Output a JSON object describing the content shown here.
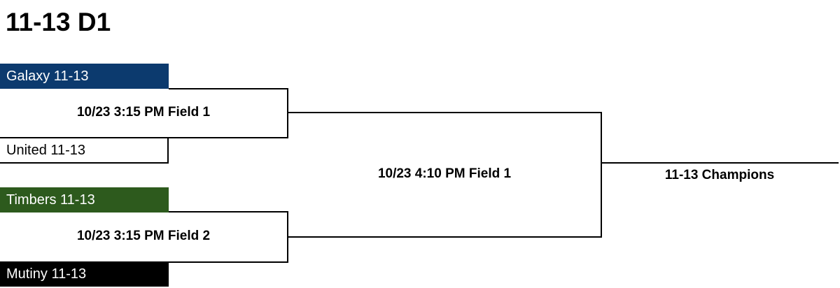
{
  "title": "11-13 D1",
  "round1": [
    {
      "top_team": {
        "name": "Galaxy 11-13",
        "color": "#0c3a6e"
      },
      "game": "10/23 3:15 PM Field 1",
      "bottom_team": {
        "name": "United 11-13",
        "color": "#ffffff"
      }
    },
    {
      "top_team": {
        "name": "Timbers 11-13",
        "color": "#2d5a1d"
      },
      "game": "10/23 3:15 PM Field 2",
      "bottom_team": {
        "name": "Mutiny 11-13",
        "color": "#000000"
      }
    }
  ],
  "final": {
    "game": "10/23 4:10 PM Field 1"
  },
  "champion": {
    "label": "11-13 Champions"
  }
}
